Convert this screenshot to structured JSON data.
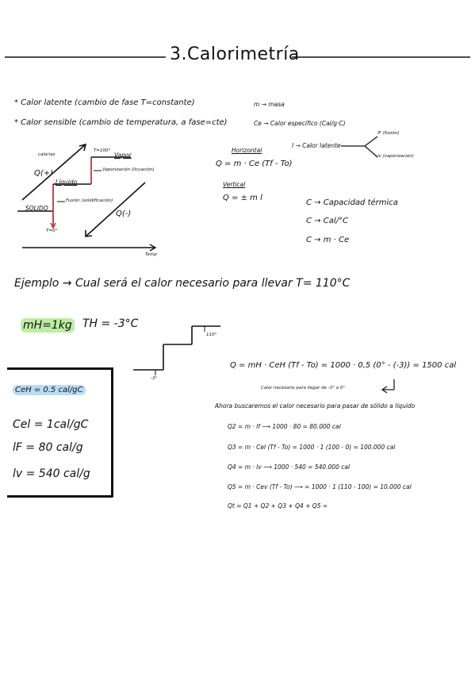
{
  "title": "3.Calorimetría",
  "intro": {
    "latent": "* Calor latente (cambio de fase T=constante)",
    "sensible": "* Calor sensible (cambio de temperatura, a fase=cte)",
    "m": "m → masa",
    "ce": "Ce → Calor específico (Cal/g·C)",
    "l_latent": "l → Calor latente",
    "lf": "lF (fusión)",
    "lv": "lv (vaporización)"
  },
  "graph": {
    "calorias": "calorías",
    "q_plus": "Q(+)",
    "q_minus": "Q(-)",
    "vapor": "Vapor",
    "t100": "T=100°",
    "vaporizacion": "Vaporización (licuación)",
    "liquido": "Líquido",
    "fusion": "Fusión (solidificación)",
    "solido": "SOLIDO",
    "t0": "T=0°",
    "temp": "Temp"
  },
  "formulas": {
    "horizontal": "Horizontal",
    "q_sensible": "Q = m · Ce (Tf - To)",
    "vertical": "Vertical",
    "q_latent": "Q = ± m l",
    "c1": "C → Capacidad térmica",
    "c2": "C → Cal/°C",
    "c3": "C → m · Ce"
  },
  "example": {
    "heading": "Ejemplo → Cual será el calor necesario para llevar T= 110°C",
    "mass": "mH=1kg",
    "temp": "TH = -3°C",
    "step_top": "110°",
    "step_bottom": "-3°"
  },
  "given": {
    "ceh": "CeH = 0.5 cal/gC",
    "cel": "Cel = 1cal/gC",
    "lf": "lF = 80 cal/g",
    "lv": "lv = 540 cal/g"
  },
  "solution": {
    "q1": "Q = mH · CeH (Tf - To) = 1000 · 0,5 (0° - (-3)) = 1500 cal",
    "q1_note": "Calor necesario para llegar de -3° a 0°",
    "now": "Ahora buscaremos el calor necesario para pasar de sólido a líquido",
    "q2": "Q2 = m · lf ⟶ 1000 · 80 = 80.000 cal",
    "q3": "Q3 = m · Cel (Tf - To) = 1000 · 1 (100 - 0) = 100.000 cal",
    "q4": "Q4 = m · lv ⟶ 1000 · 540 = 540.000 cal",
    "q5": "Q5 = m · Cev (Tf - To) ⟶ = 1000 · 1 (110 - 100) = 10.000 cal",
    "qt": "Qt = Q1 + Q2 + Q3 + Q4 + Q5 ="
  }
}
